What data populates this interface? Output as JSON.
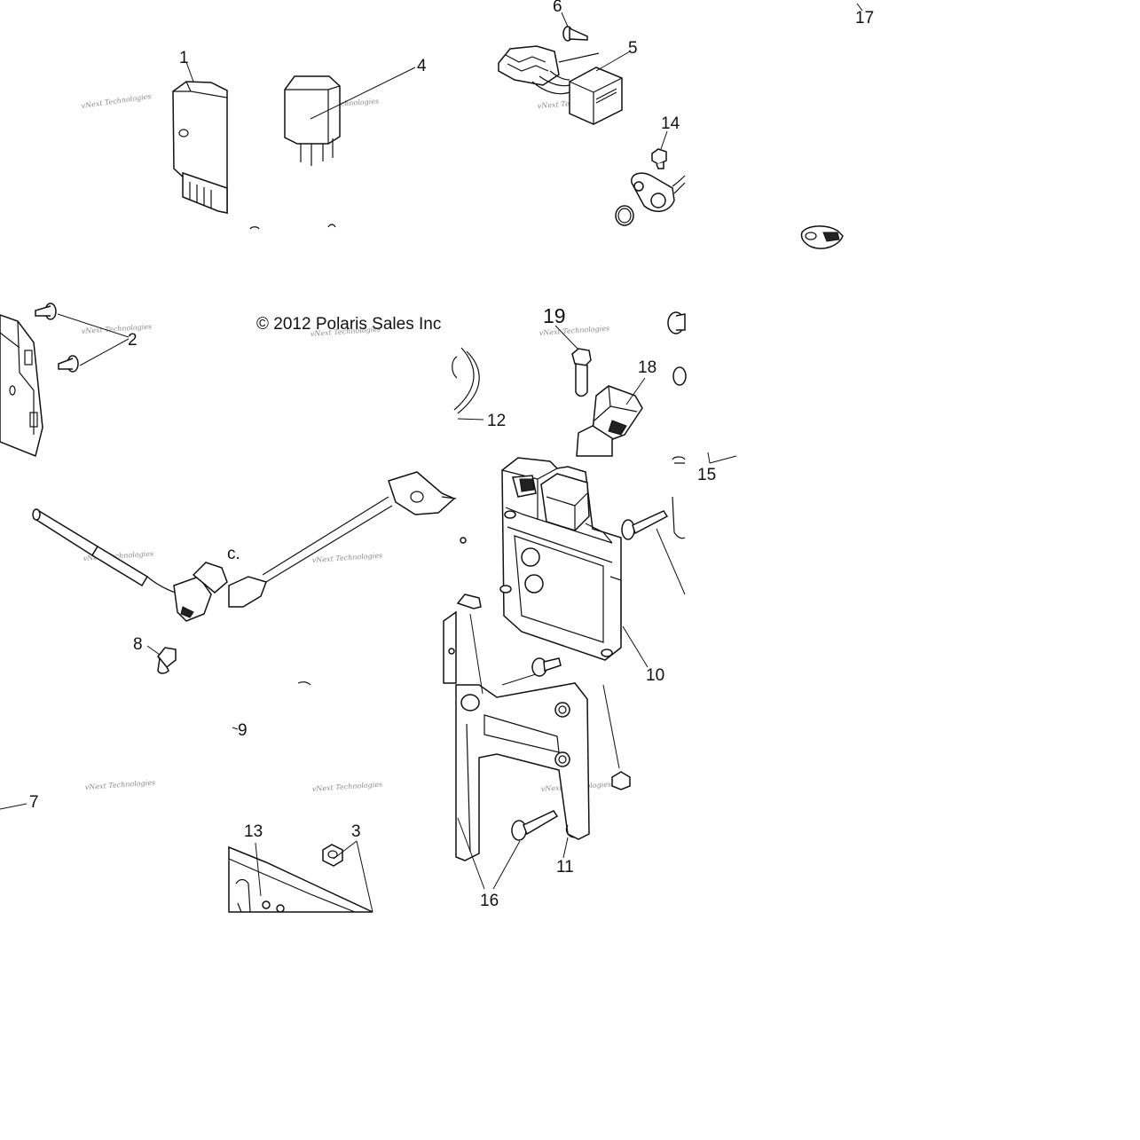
{
  "copyright": "© 2012 Polaris Sales Inc",
  "watermark": {
    "line1": "vNext Technologies",
    "line2": "Technologies"
  },
  "callouts": {
    "c1": "1",
    "c2": "2",
    "c3": "3",
    "c4": "4",
    "c5": "5",
    "c6": "6",
    "c7": "7",
    "c8": "8",
    "c9": "9",
    "c10": "10",
    "c11": "11",
    "c12": "12",
    "c13": "13",
    "c14": "14",
    "c15": "15",
    "c16": "16",
    "c17": "17",
    "c18": "18",
    "c19": "19"
  },
  "fragments": {
    "c_cut": "c."
  }
}
